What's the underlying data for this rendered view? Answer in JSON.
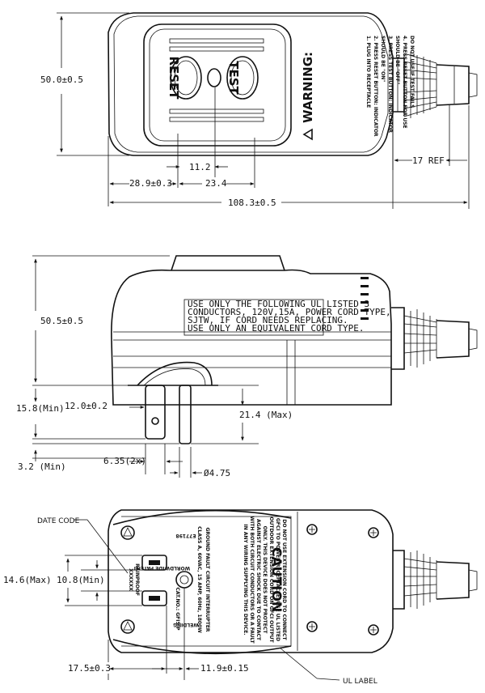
{
  "top_view": {
    "button_reset": "RESET",
    "button_test": "TEST",
    "warning_title": "WARNING:",
    "warning_lines": [
      "1. PLUG INTO RECEPTACLE",
      "2. PRESS RESET BUTTON: INDICATOR",
      "SHOULD BE \"ON\"",
      "3. PRESS TEST BUTTON: INDICATOR",
      "SHOULD BE \"OFF\"",
      "4. PRESS RESET BUTTON FOR USE",
      "DO NOT USE IF TEST FAILS"
    ],
    "dims": {
      "height": "50.0±0.5",
      "gap": "11.2",
      "left": "28.9±0.3",
      "mid": "23.4",
      "total": "108.3±0.5",
      "ref": "17 REF"
    }
  },
  "side_view": {
    "note_lines": [
      "USE ONLY THE FOLLOWING UL LISTED 3",
      "CONDUCTORS, 120V,15A, POWER CORD TYPE,",
      "SJTW, IF CORD NEEDS REPLACING.",
      "USE ONLY AN EQUIVALENT CORD TYPE."
    ],
    "dims": {
      "height": "50.5±0.5",
      "prong_min": "15.8(Min)",
      "prong_sep": "12.0±0.2",
      "prong_max": "21.4 (Max)",
      "gap_min": "3.2 (Min)",
      "width2x": "6.35(2x)",
      "dia": "Ø4.75"
    }
  },
  "bottom_view": {
    "date_code": "DATE CODE",
    "ul_label": "UL LABEL",
    "caution_title": "CAUTION",
    "caution_lines": [
      "DO NOT USE EXTENSION CORD TO CONNECT",
      "GFCI TO POWER RECEPTACLE. USE UL LISTED",
      "OUTDOOR EXTENSION CORD ON GFCI OUTPUT",
      "ONLY. THIS DEVICE DOES NOT PROTECT",
      "AGAINST ELECTRIC SHOCK DUE TO CONTACT",
      "WITH BOTH CIRCUIT CONDUCTORS OR A FAULT",
      "IN ANY WIRING SUPPLYING THIS DEVICE."
    ],
    "header_lines": [
      "GROUND FAULT CIRCUIT INTERRUPTER",
      "CLASS A, 60VAC, 15 AMP, 60Hz, 1800W"
    ],
    "patent": "WORLDWIDE PATENT",
    "model_no": "E77198",
    "cat_no": "CAT.NO.: GFI5-P",
    "brand": "WELDING",
    "rainproof": "RAINPROOF",
    "date_marks": "XXXXXX",
    "dims": {
      "h_max": "14.6(Max)",
      "h_min": "10.8(Min)",
      "left": "17.5±0.3",
      "right": "11.9±0.15"
    }
  }
}
